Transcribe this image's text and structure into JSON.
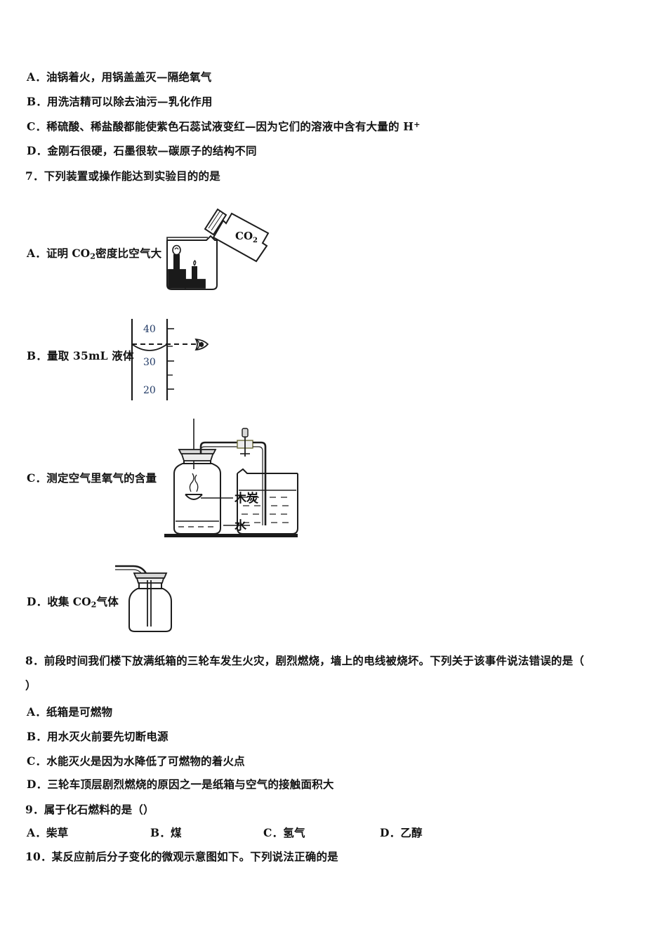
{
  "document": {
    "type": "exam-paper",
    "language": "zh-CN"
  },
  "q6_options": [
    {
      "label": "A．",
      "text": "油锅着火，用锅盖盖灭—隔绝氧气"
    },
    {
      "label": "B．",
      "text": "用洗洁精可以除去油污—乳化作用"
    },
    {
      "label": "C．",
      "text": "稀硫酸、稀盐酸都能使紫色石蕊试液变红—因为它们的溶液中含有大量的 H",
      "sup": "+"
    },
    {
      "label": "D．",
      "text": "金刚石很硬，石墨很软—碳原子的结构不同"
    }
  ],
  "q7": {
    "number": "7．",
    "stem": "下列装置或操作能达到实验目的的是",
    "options": [
      {
        "label": "A．",
        "text_before": "证明 CO",
        "sub": "2",
        "text_after": "密度比空气大",
        "figure": "co2-density-beaker-candles"
      },
      {
        "label": "B．",
        "text_before": "量取 35mL 液体",
        "sub": "",
        "text_after": "",
        "figure": "graduated-cylinder-eye",
        "graduations": [
          "40",
          "30",
          "20"
        ],
        "graduation_color": "#1f3864"
      },
      {
        "label": "C．",
        "text_before": "测定空气里氧气的含量",
        "sub": "",
        "text_after": "",
        "figure": "oxygen-content-apparatus",
        "annotations": [
          "木炭",
          "水"
        ]
      },
      {
        "label": "D．",
        "text_before": "收集 CO",
        "sub": "2",
        "text_after": "气体",
        "figure": "gas-collecting-bottle"
      }
    ],
    "figure_a_label": "CO",
    "figure_a_label_sub": "2"
  },
  "q8": {
    "number": "8．",
    "stem_line1": "前段时间我们楼下放满纸箱的三轮车发生火灾，剧烈燃烧，墙上的电线被烧坏。下列关于该事件说法错误的是（",
    "stem_line2": "）",
    "options": [
      {
        "label": "A．",
        "text": "纸箱是可燃物"
      },
      {
        "label": "B．",
        "text": "用水灭火前要先切断电源"
      },
      {
        "label": "C．",
        "text": "水能灭火是因为水降低了可燃物的着火点"
      },
      {
        "label": "D．",
        "text": "三轮车顶层剧烈燃烧的原因之一是纸箱与空气的接触面积大"
      }
    ]
  },
  "q9": {
    "number": "9．",
    "stem": "属于化石燃料的是（）",
    "options": [
      {
        "label": "A．",
        "text": "柴草"
      },
      {
        "label": "B．",
        "text": "煤"
      },
      {
        "label": "C．",
        "text": "氢气"
      },
      {
        "label": "D．",
        "text": "乙醇"
      }
    ]
  },
  "q10": {
    "number": "10．",
    "stem": "某反应前后分子变化的微观示意图如下。下列说法正确的是"
  }
}
